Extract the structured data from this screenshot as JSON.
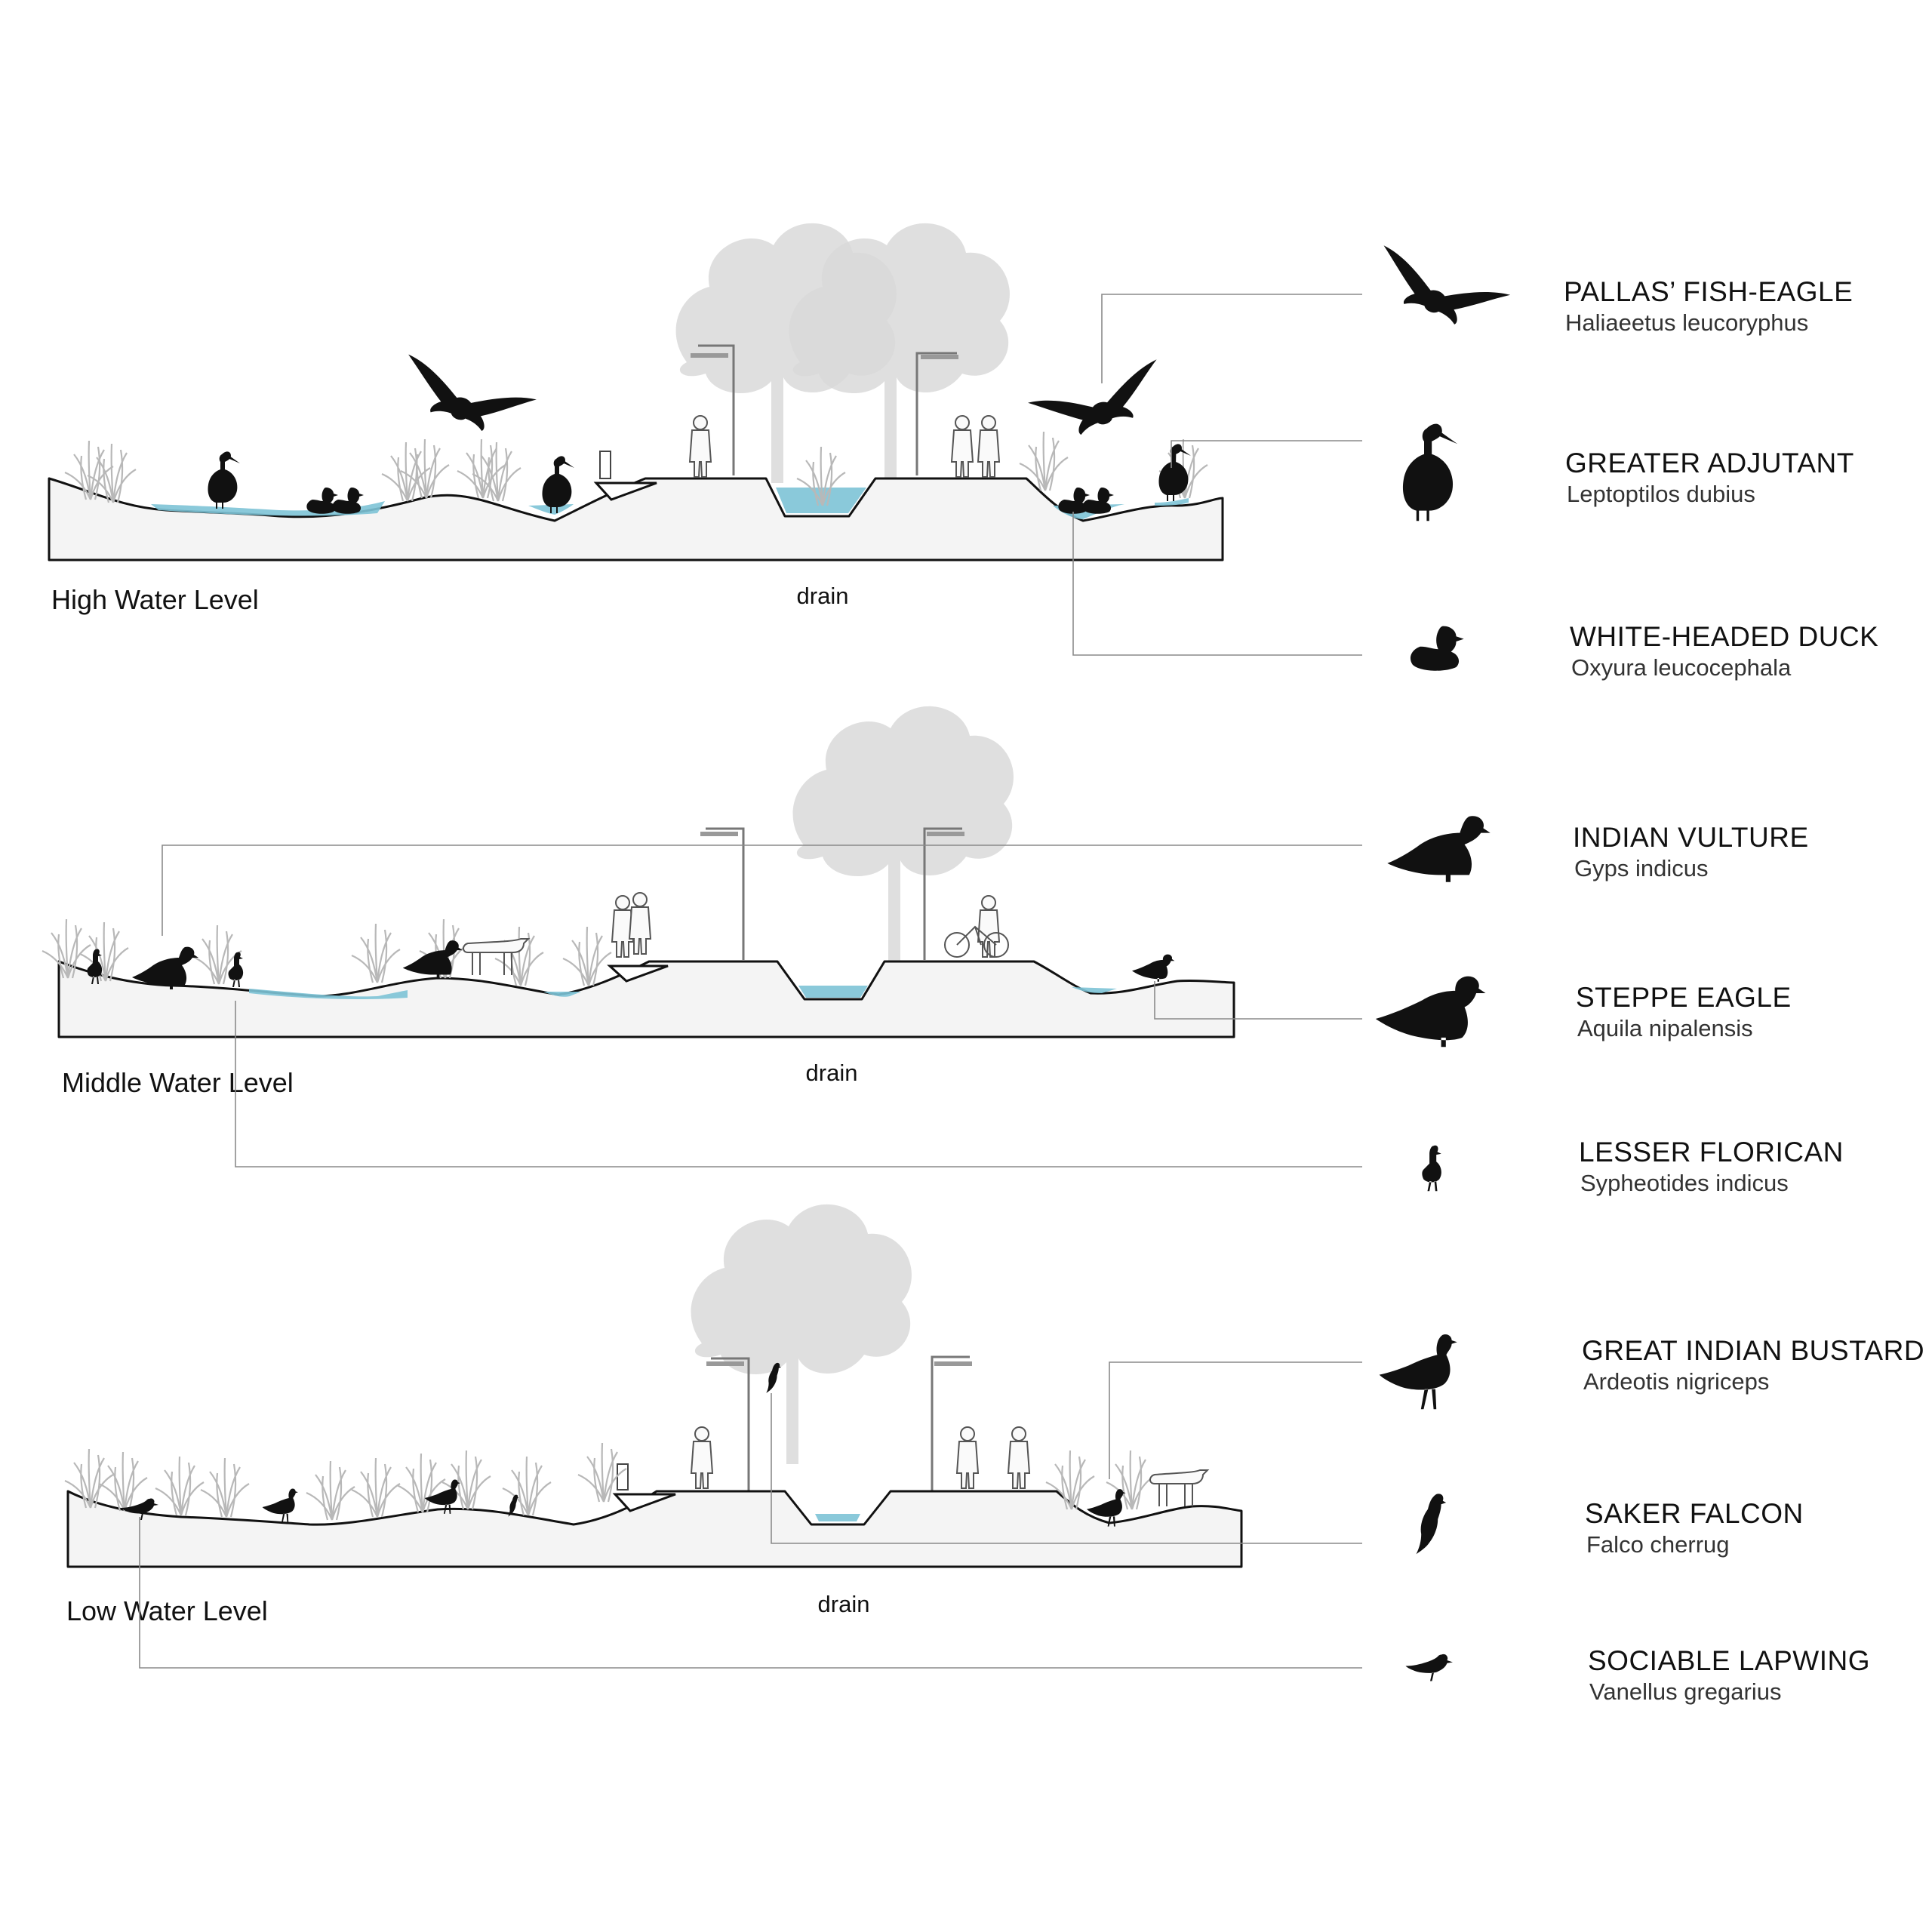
{
  "sections": [
    {
      "title": "High Water Level",
      "drain_label": "drain"
    },
    {
      "title": "Middle Water Level",
      "drain_label": "drain"
    },
    {
      "title": "Low Water Level",
      "drain_label": "drain"
    }
  ],
  "legend": [
    {
      "name": "PALLAS’ FISH-EAGLE",
      "scientific": "Haliaeetus leucoryphus",
      "icon": "eagle-flying-icon"
    },
    {
      "name": "GREATER ADJUTANT",
      "scientific": "Leptoptilos dubius",
      "icon": "stork-icon"
    },
    {
      "name": "WHITE-HEADED DUCK",
      "scientific": "Oxyura leucocephala",
      "icon": "duck-icon"
    },
    {
      "name": "INDIAN VULTURE",
      "scientific": "Gyps indicus",
      "icon": "vulture-icon"
    },
    {
      "name": "STEPPE EAGLE",
      "scientific": "Aquila nipalensis",
      "icon": "eagle-perched-icon"
    },
    {
      "name": "LESSER FLORICAN",
      "scientific": "Sypheotides indicus",
      "icon": "florican-icon"
    },
    {
      "name": "GREAT INDIAN BUSTARD",
      "scientific": "Ardeotis nigriceps",
      "icon": "bustard-icon"
    },
    {
      "name": "SAKER FALCON",
      "scientific": "Falco cherrug",
      "icon": "falcon-icon"
    },
    {
      "name": "SOCIABLE LAPWING",
      "scientific": "Vanellus gregarius",
      "icon": "lapwing-icon"
    }
  ],
  "colors": {
    "water": "#7dc3d6",
    "ground": "#f4f4f4",
    "vegetation": "#c8c8c8",
    "silhouette": "#111111",
    "leader": "#8a8a8a"
  }
}
